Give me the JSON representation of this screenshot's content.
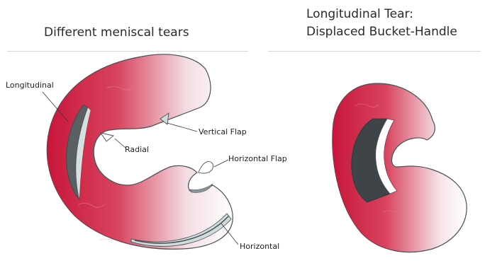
{
  "panels": {
    "left": {
      "title": "Different meniscal tears",
      "labels": {
        "longitudinal": "Longitudinal",
        "radial": "Radial",
        "vertical_flap": "Vertical Flap",
        "horizontal_flap": "Horizontal Flap",
        "horizontal": "Horizontal"
      }
    },
    "right": {
      "title_line1": "Longitudinal Tear:",
      "title_line2": "Displaced Bucket-Handle"
    }
  },
  "colors": {
    "meniscus_red": "#c8163a",
    "tear_gray": "#5a5f63",
    "tear_light": "#d5e0e0",
    "outline": "#4a4f55"
  }
}
